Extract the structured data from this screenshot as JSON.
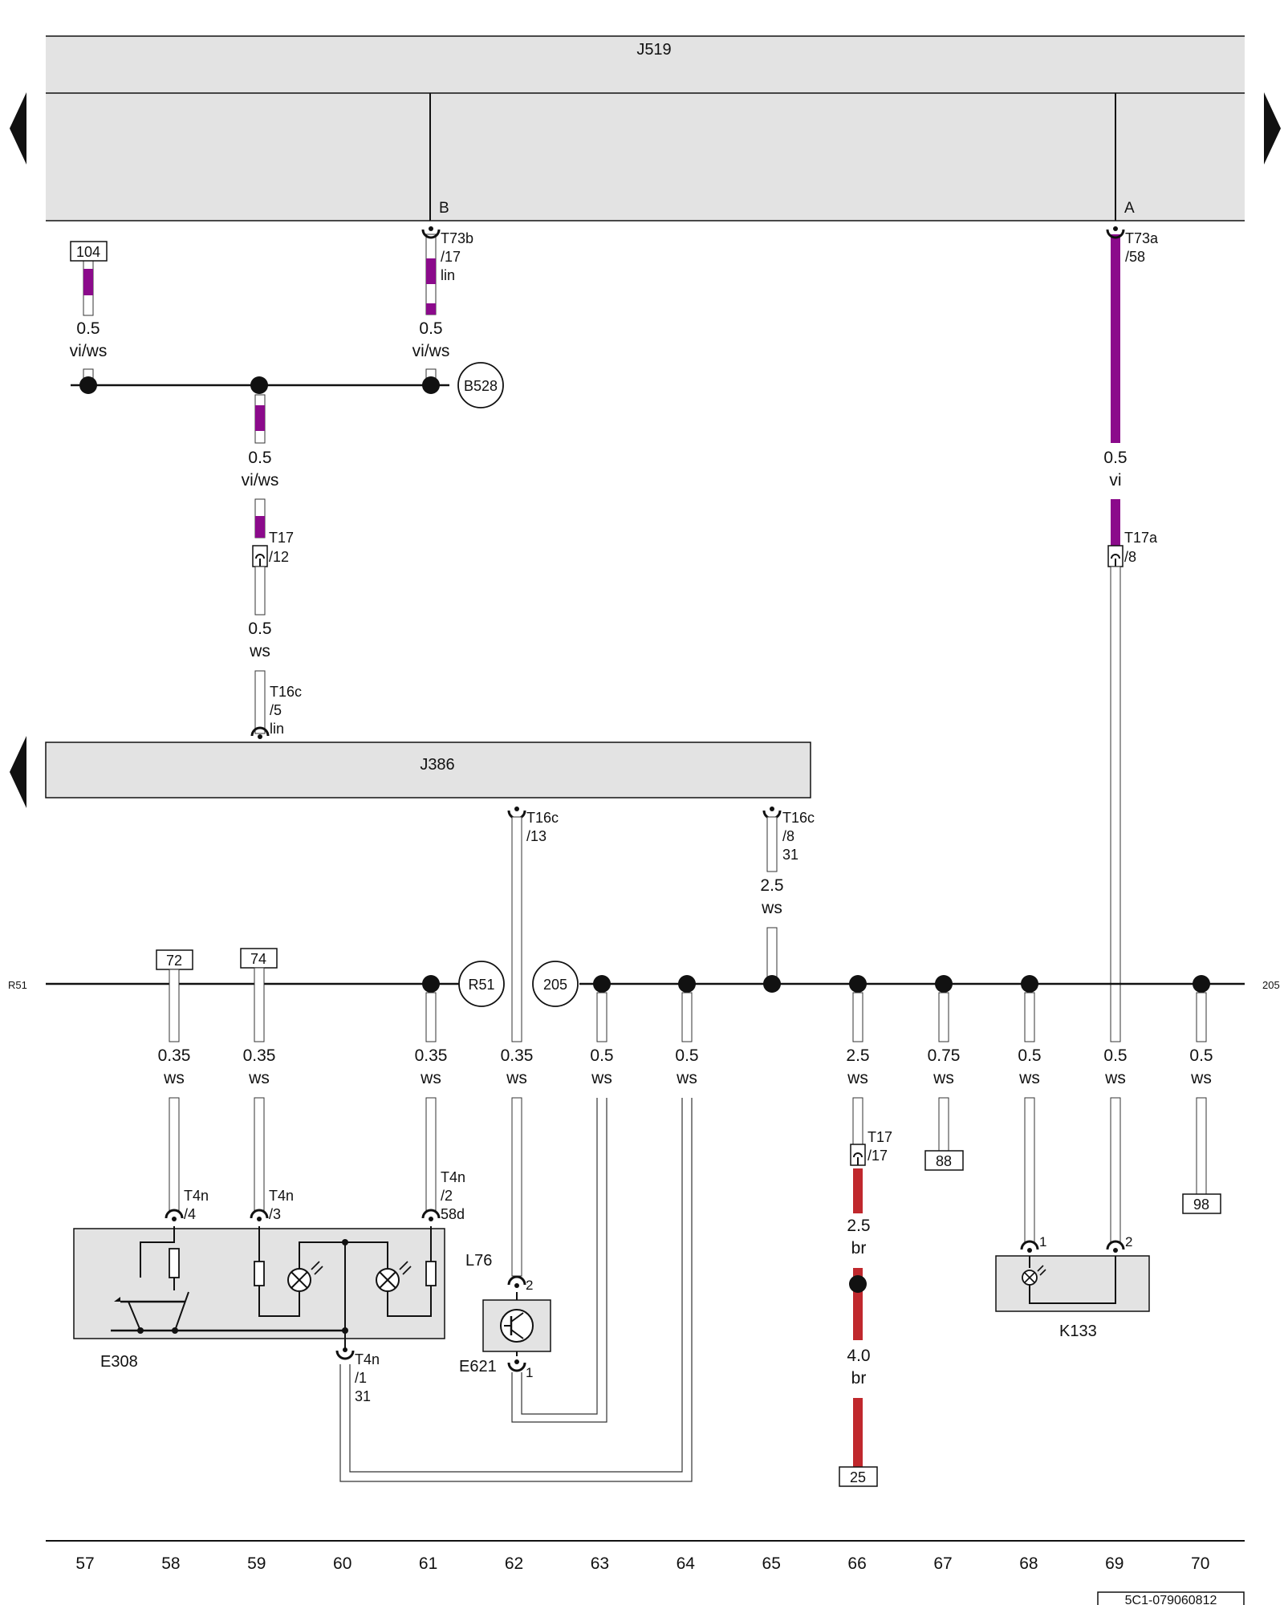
{
  "modules": {
    "j519": "J519",
    "j386": "J386",
    "e308": "E308",
    "l76": "L76",
    "e621": "E621",
    "k133": "K133"
  },
  "pins": {
    "b": "B",
    "a": "A",
    "e621_pin2": "2",
    "e621_pin1": "1",
    "k133_pin1": "1",
    "k133_pin2": "2"
  },
  "connectors": {
    "t73b": [
      "T73b",
      "/17",
      "lin"
    ],
    "t73a": [
      "T73a",
      "/58"
    ],
    "t17_12": [
      "T17",
      "/12"
    ],
    "t17a_8": [
      "T17a",
      "/8"
    ],
    "t16c_5": [
      "T16c",
      "/5",
      "lin"
    ],
    "t16c_13": [
      "T16c",
      "/13"
    ],
    "t16c_8": [
      "T16c",
      "/8",
      "31"
    ],
    "t17_17": [
      "T17",
      "/17"
    ],
    "t4n_4": [
      "T4n",
      "/4"
    ],
    "t4n_3": [
      "T4n",
      "/3"
    ],
    "t4n_2": [
      "T4n",
      "/2",
      "58d"
    ],
    "t4n_1": [
      "T4n",
      "/1",
      "31"
    ]
  },
  "wires": {
    "w104": [
      "0.5",
      "vi/ws"
    ],
    "wT73b": [
      "0.5",
      "vi/ws"
    ],
    "wT73a": [
      "0.5",
      "vi"
    ],
    "wB528": [
      "0.5",
      "vi/ws"
    ],
    "wT16c5": [
      "0.5",
      "ws"
    ],
    "wT16c8": [
      "2.5",
      "ws"
    ],
    "w58": [
      "0.35",
      "ws"
    ],
    "w59": [
      "0.35",
      "ws"
    ],
    "w61": [
      "0.35",
      "ws"
    ],
    "w62": [
      "0.35",
      "ws"
    ],
    "w63": [
      "0.5",
      "ws"
    ],
    "w64": [
      "0.5",
      "ws"
    ],
    "w66": [
      "2.5",
      "ws"
    ],
    "w67": [
      "0.75",
      "ws"
    ],
    "w68": [
      "0.5",
      "ws"
    ],
    "w69": [
      "0.5",
      "ws"
    ],
    "w70": [
      "0.5",
      "ws"
    ],
    "w66br": [
      "2.5",
      "br"
    ],
    "w66br4": [
      "4.0",
      "br"
    ]
  },
  "refs": {
    "r104": "104",
    "r72": "72",
    "r74": "74",
    "r88": "88",
    "r98": "98",
    "r25": "25"
  },
  "grounds": {
    "b528": "B528",
    "r51": "R51",
    "g205": "205"
  },
  "edge_labels": {
    "left": "R51",
    "right": "205"
  },
  "grid_numbers": [
    "57",
    "58",
    "59",
    "60",
    "61",
    "62",
    "63",
    "64",
    "65",
    "66",
    "67",
    "68",
    "69",
    "70"
  ],
  "doc_id": "5C1-079060812",
  "colors": {
    "vi": "#8b0a8b",
    "br": "#c0282d",
    "module_fill": "#e3e3e3",
    "line": "#111111",
    "white_wire": "#ffffff"
  }
}
